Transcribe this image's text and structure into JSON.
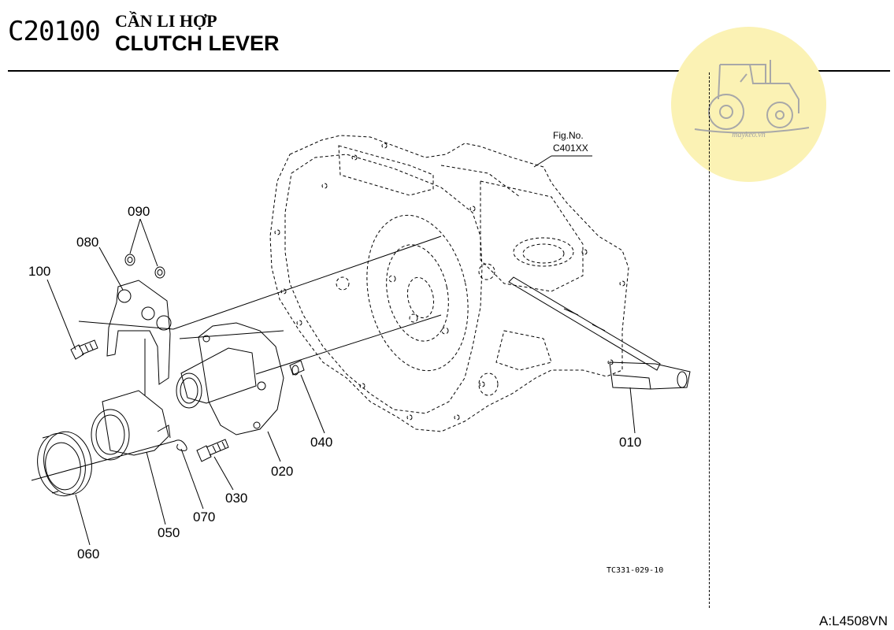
{
  "header": {
    "code": "C20100",
    "title_vn": "CẦN LI HỢP",
    "title_en": "CLUTCH LEVER"
  },
  "figure": {
    "fig_no_label": "Fig.No.",
    "fig_no_value": "C401XX",
    "reference_code": "TC331-029-10"
  },
  "parts": [
    {
      "no": "010"
    },
    {
      "no": "020"
    },
    {
      "no": "030"
    },
    {
      "no": "040"
    },
    {
      "no": "050"
    },
    {
      "no": "060"
    },
    {
      "no": "070"
    },
    {
      "no": "080"
    },
    {
      "no": "090"
    },
    {
      "no": "100"
    }
  ],
  "watermark": {
    "text": "maykeo.vn",
    "icon": "tractor-icon",
    "color": "#fbf2b4"
  },
  "footer": {
    "doc_id": "A:L4508VN"
  }
}
